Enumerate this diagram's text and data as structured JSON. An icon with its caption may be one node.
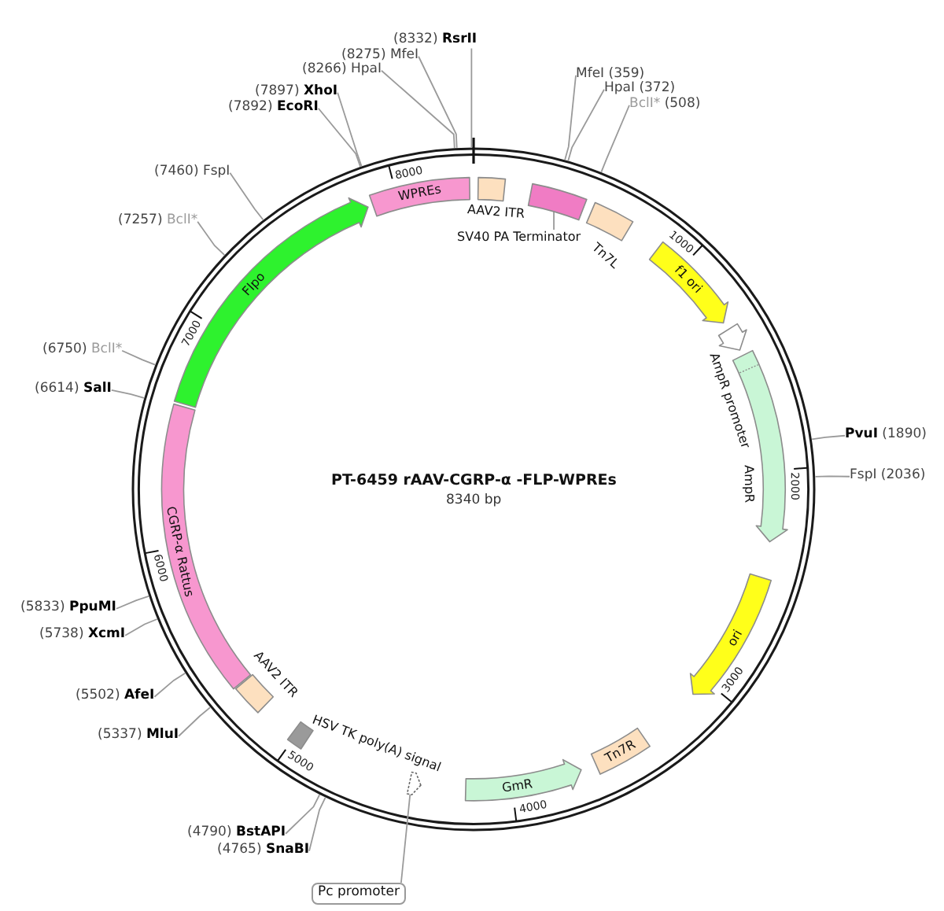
{
  "diagram": {
    "title": "PT-6459 rAAV-CGRP-α -FLP-WPREs",
    "nodes": [
      {
        "text": [
          "(8332) **RsrII**"
        ]
      },
      {
        "text": [
          "(8275) MfeI"
        ]
      },
      {
        "text": [
          "(8266) HpaI"
        ]
      },
      {
        "text": [
          "MfeI (359)"
        ]
      },
      {
        "text": [
          "HpaI (372)"
        ]
      },
      {
        "text": [
          "(7897) **XhoI**"
        ]
      },
      {
        "text": [
          "BclI* (508)"
        ]
      },
      {
        "text": [
          "(7892) **EcoRI**"
        ]
      },
      {
        "text": [
          "(7460) FspI"
        ]
      },
      {
        "text": [
          "(7257) BclI*"
        ]
      },
      {
        "text": [
          "(6750) BclI*"
        ]
      },
      {
        "text": [
          "(6614) **SalI**"
        ]
      },
      {
        "text": [
          "**PvuI** (1890)"
        ]
      },
      {
        "text": [
          "FspI (2036)"
        ]
      },
      {
        "text": [
          "(5833) **PpuMI**"
        ]
      },
      {
        "text": [
          "(5738) **XcmI**"
        ]
      },
      {
        "text": [
          "(5502) **AfeI**"
        ]
      },
      {
        "text": [
          "(5337) **MluI**"
        ]
      },
      {
        "text": [
          "(4790) **BstAPI**"
        ]
      },
      {
        "text": [
          "(4765) **SnaBI**"
        ]
      },
      {
        "text": [
          "WPREs"
        ]
      },
      {
        "text": [
          "AAV2 ITR"
        ]
      },
      {
        "text": [
          "SV40 PA Terminator"
        ]
      },
      {
        "text": [],
        "shape": "bar"
      },
      {
        "text": [
          "Tn7L"
        ]
      },
      {
        "text": [
          "f1 ori"
        ]
      },
      {
        "text": [
          "AmpR promoter"
        ]
      },
      {
        "text": [
          "AmpR"
        ]
      },
      {
        "text": [
          "ori"
        ]
      },
      {
        "text": [
          "Tn7R"
        ]
      },
      {
        "text": [
          "GmR"
        ]
      },
      {
        "text": [
          "Pc promoter"
        ]
      },
      {
        "text": [],
        "shape": "arrow"
      },
      {
        "text": [
          "HSV TK poly(A) signal"
        ]
      },
      {
        "text": [
          "AAV2 ITR"
        ]
      },
      {
        "text": [
          "CGRP-α Rattus"
        ]
      },
      {
        "text": [
          "Flpo"
        ]
      }
    ],
    "edges": [
      {
        "from": 0,
        "to": null,
        "arrow": "none"
      },
      {
        "from": 1,
        "to": null,
        "arrow": "none"
      },
      {
        "from": 2,
        "to": null,
        "arrow": "none"
      },
      {
        "from": 3,
        "to": null,
        "arrow": "none"
      },
      {
        "from": 4,
        "to": null,
        "arrow": "none"
      },
      {
        "from": 5,
        "to": null,
        "arrow": "none"
      },
      {
        "from": 6,
        "to": null,
        "arrow": "none"
      },
      {
        "from": 7,
        "to": null,
        "arrow": "none"
      },
      {
        "from": 8,
        "to": null,
        "arrow": "none"
      },
      {
        "from": 9,
        "to": null,
        "arrow": "none"
      },
      {
        "from": 10,
        "to": null,
        "arrow": "none"
      },
      {
        "from": 11,
        "to": null,
        "arrow": "none"
      },
      {
        "from": 12,
        "to": null,
        "arrow": "none"
      },
      {
        "from": 13,
        "to": null,
        "arrow": "none"
      },
      {
        "from": 14,
        "to": null,
        "arrow": "none"
      },
      {
        "from": 15,
        "to": null,
        "arrow": "none"
      },
      {
        "from": 16,
        "to": null,
        "arrow": "none"
      },
      {
        "from": 17,
        "to": null,
        "arrow": "none"
      },
      {
        "from": 18,
        "to": null,
        "arrow": "none"
      },
      {
        "from": 19,
        "to": null,
        "arrow": "none"
      },
      {
        "from": 22,
        "to": 23,
        "arrow": "none"
      },
      {
        "from": 31,
        "to": 32,
        "arrow": "none"
      }
    ],
    "labels": [
      "8000",
      "1000",
      "7000",
      "2000",
      "8340 bp",
      "6000",
      "3000",
      "5000",
      "4000"
    ]
  }
}
